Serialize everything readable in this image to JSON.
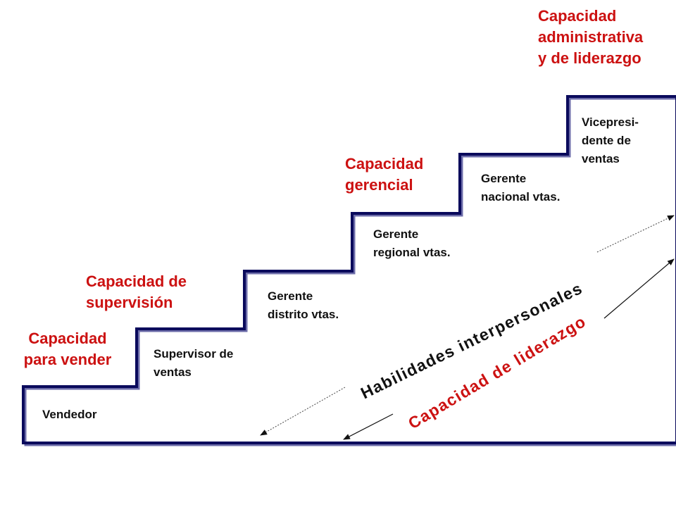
{
  "capacities": {
    "vender": "Capacidad\npara vender",
    "supervision": "Capacidad de\nsupervisión",
    "gerencial": "Capacidad\ngerencial",
    "administrativa": "Capacidad\nadministrativa\ny de liderazgo"
  },
  "steps": {
    "vendedor": "Vendedor",
    "supervisor": "Supervisor de\nventas",
    "distrito": "Gerente\ndistrito vtas.",
    "regional": "Gerente\nregional vtas.",
    "nacional": "Gerente\nnacional vtas.",
    "vicepresidente": "Vicepresi-\ndente de\nventas"
  },
  "arrows": {
    "habilidades": "Habilidades interpersonales",
    "liderazgo": "Capacidad de liderazgo"
  },
  "colors": {
    "stair_stroke": "#0a0a5c",
    "accent_red": "#cc1111",
    "text_dark": "#111111"
  }
}
